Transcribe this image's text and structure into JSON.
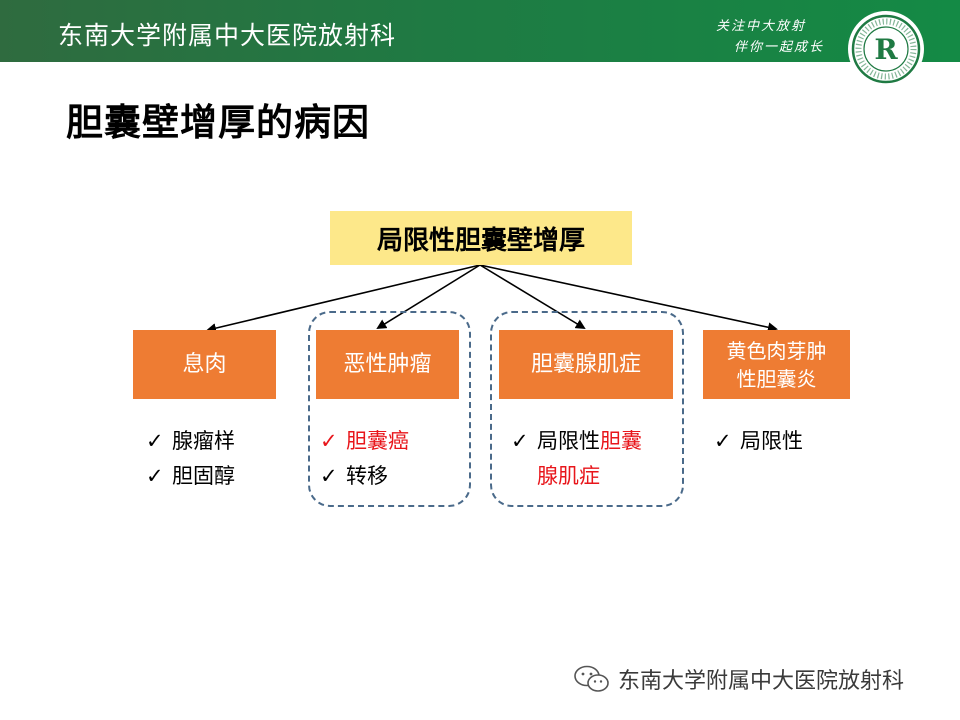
{
  "header": {
    "title": "东南大学附属中大医院放射科",
    "slogan_line1": "关注中大放射",
    "slogan_line2": "伴你一起成长",
    "logo_letter": "R"
  },
  "slide_title": "胆囊壁增厚的病因",
  "root": "局限性胆囊壁增厚",
  "categories": [
    {
      "line1": "息肉",
      "line2": ""
    },
    {
      "line1": "恶性肿瘤",
      "line2": ""
    },
    {
      "line1": "胆囊腺肌症",
      "line2": ""
    },
    {
      "line1": "黄色肉芽肿",
      "line2": "性胆囊炎"
    }
  ],
  "lists": [
    {
      "items": [
        {
          "text": "腺瘤样"
        },
        {
          "text": "胆固醇"
        }
      ]
    },
    {
      "items": [
        {
          "text": "胆囊癌"
        },
        {
          "text": "转移"
        }
      ]
    },
    {
      "items": [
        {
          "prefix": "局限性",
          "highlight": "胆囊",
          "line2": "腺肌症"
        }
      ]
    },
    {
      "items": [
        {
          "text": "局限性"
        }
      ]
    }
  ],
  "check_glyph": "✓",
  "footer": {
    "text": "东南大学附属中大医院放射科",
    "icon": "wechat-icon"
  },
  "colors": {
    "header_green": "#1f7a43",
    "root_fill": "#fde88a",
    "category_fill": "#ee7c33",
    "highlight_red": "#e8161b",
    "dash_border": "#4a6a8a"
  }
}
